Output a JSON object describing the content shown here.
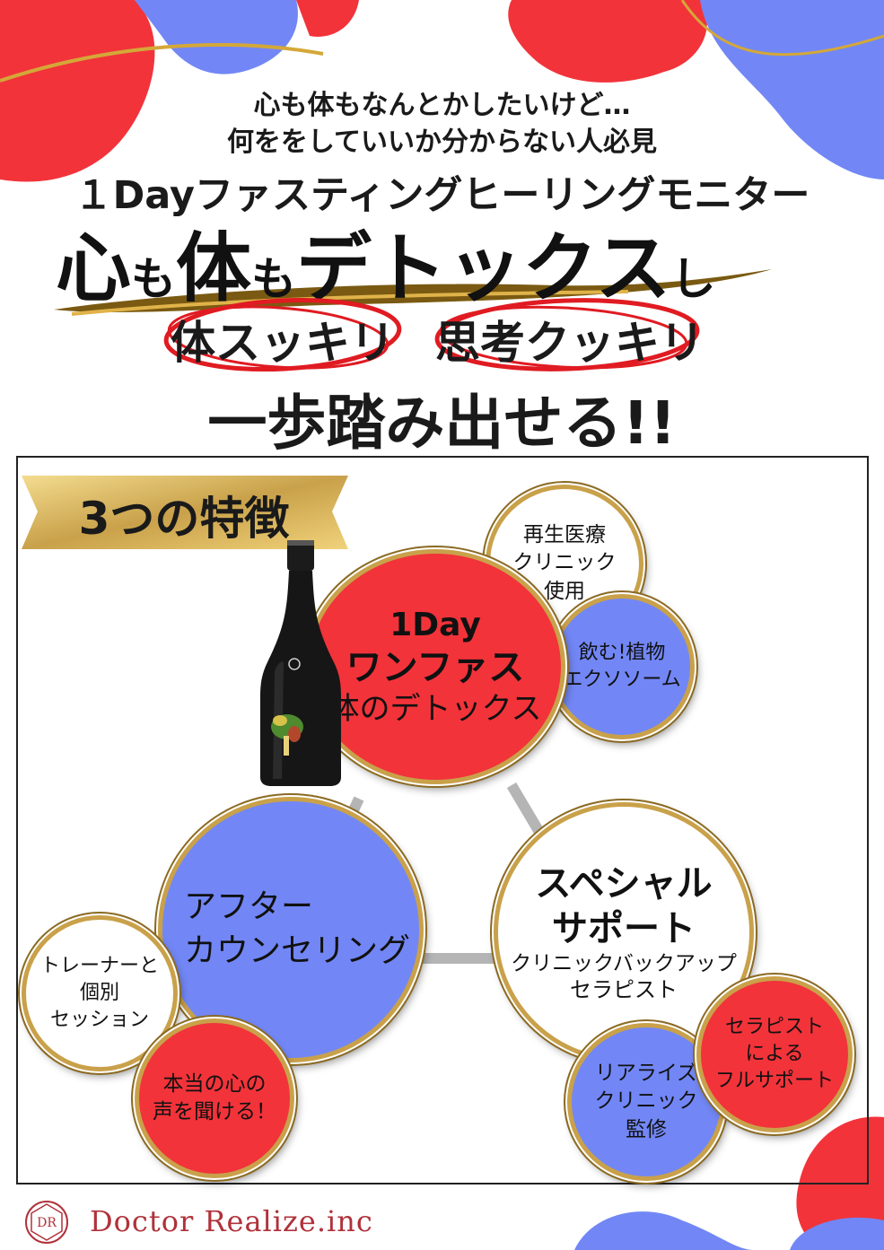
{
  "header": {
    "sub_line1": "心も体もなんとかしたいけど…",
    "sub_line2": "何ををしていいか分からない人必見",
    "title": "１Dayファスティングヒーリングモニター",
    "detox_line": [
      "心",
      "も",
      "体",
      "も",
      "デトックス",
      "し"
    ],
    "circle_left": "体スッキリ",
    "circle_right": "思考クッキリ",
    "step_line": "一歩踏み出せる!!"
  },
  "features": {
    "banner": "3つの特徴",
    "main_red": {
      "line1": "1Day",
      "line2": "ワンファス",
      "line3": "体のデトックス"
    },
    "clinic": [
      "再生医療",
      "クリニック",
      "使用"
    ],
    "exosome": [
      "飲む!植物",
      "エクソソーム"
    ],
    "after": [
      "アフター",
      "カウンセリング"
    ],
    "trainer": [
      "トレーナーと",
      "個別",
      "セッション"
    ],
    "heart": [
      "本当の心の",
      "声を聞ける！"
    ],
    "special": {
      "line1": "スペシャル",
      "line2": "サポート",
      "line3": "クリニックバックアップ",
      "line4": "セラピスト"
    },
    "realize": [
      "リアライズ",
      "クリニック",
      "監修"
    ],
    "therapist": [
      "セラピスト",
      "による",
      "フルサポート"
    ]
  },
  "footer": {
    "company": "Doctor Realize.inc",
    "logo_text": "DR"
  },
  "colors": {
    "red": "#f2333a",
    "blue": "#7287f5",
    "gold": "#c9a14a",
    "frame": "#222222"
  }
}
